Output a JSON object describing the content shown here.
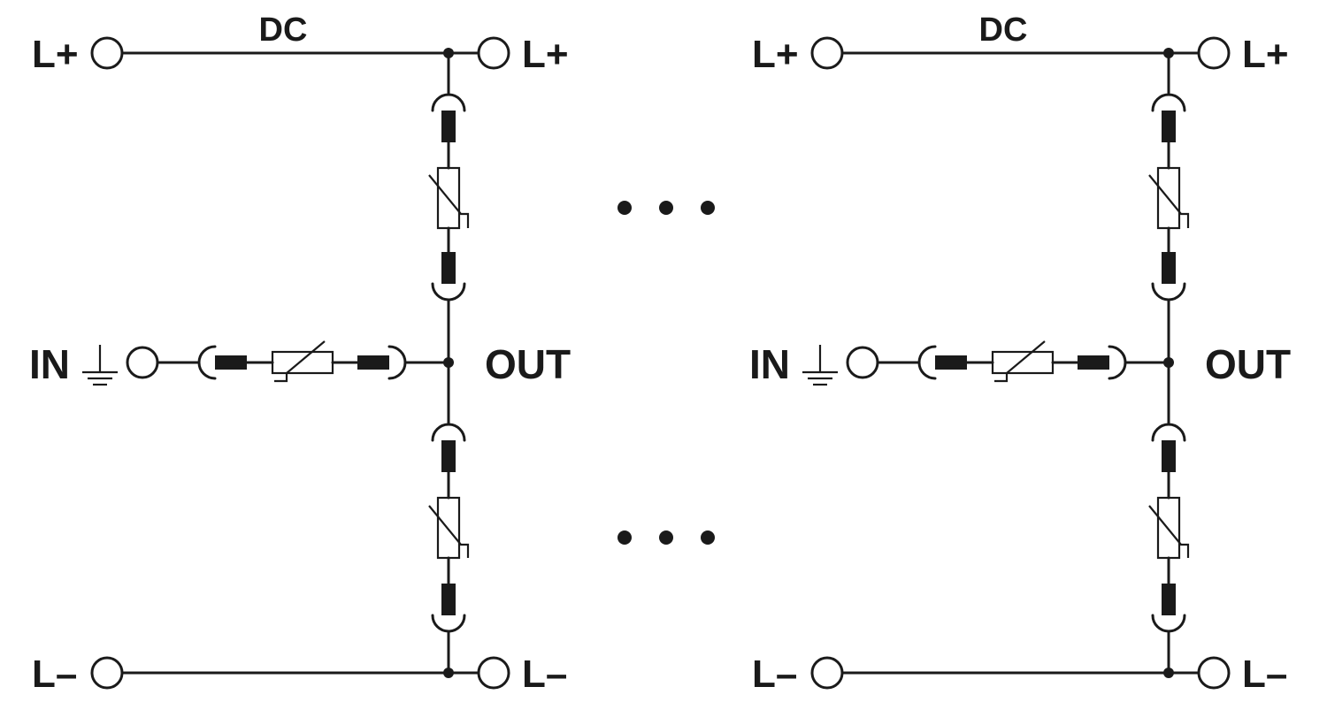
{
  "colors": {
    "line": "#1a1a1a",
    "background": "#ffffff"
  },
  "circuits": [
    {
      "line_label": "DC",
      "terminals": {
        "in_pos": "L+",
        "out_pos": "L+",
        "in_neg": "L–",
        "out_neg": "L–",
        "in_ground": "IN",
        "out_ground": "OUT"
      }
    },
    {
      "line_label": "DC",
      "terminals": {
        "in_pos": "L+",
        "out_pos": "L+",
        "in_neg": "L–",
        "out_neg": "L–",
        "in_ground": "IN",
        "out_ground": "OUT"
      }
    }
  ],
  "continuation_markers": [
    "…",
    "…"
  ],
  "icons": {
    "ground": "ground-icon",
    "terminal": "terminal-circle-icon",
    "varistor": "varistor-icon",
    "spark_gap": "spark-gap-icon",
    "junction": "junction-dot-icon"
  }
}
